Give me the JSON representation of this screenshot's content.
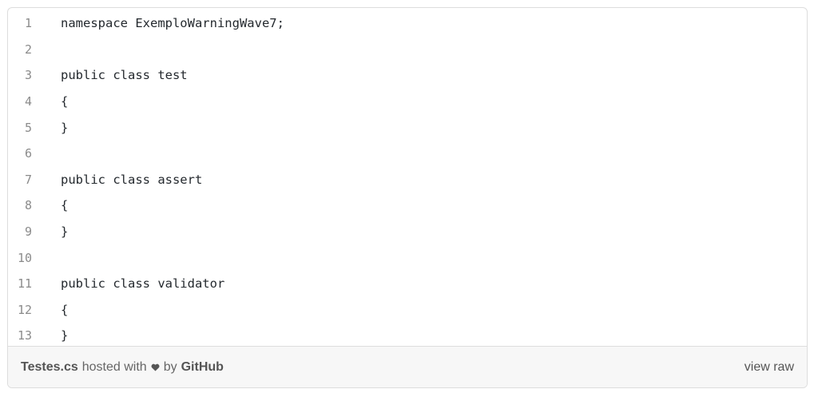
{
  "code": {
    "lines": [
      {
        "n": "1",
        "text": "namespace ExemploWarningWave7;"
      },
      {
        "n": "2",
        "text": ""
      },
      {
        "n": "3",
        "text": "public class test"
      },
      {
        "n": "4",
        "text": "{"
      },
      {
        "n": "5",
        "text": "}"
      },
      {
        "n": "6",
        "text": ""
      },
      {
        "n": "7",
        "text": "public class assert"
      },
      {
        "n": "8",
        "text": "{"
      },
      {
        "n": "9",
        "text": "}"
      },
      {
        "n": "10",
        "text": ""
      },
      {
        "n": "11",
        "text": "public class validator"
      },
      {
        "n": "12",
        "text": "{"
      },
      {
        "n": "13",
        "text": "}"
      }
    ]
  },
  "footer": {
    "filename": "Testes.cs",
    "hosted_with": "hosted with",
    "by": "by",
    "host": "GitHub",
    "view_raw": "view raw",
    "heart_icon": "heart-icon"
  }
}
